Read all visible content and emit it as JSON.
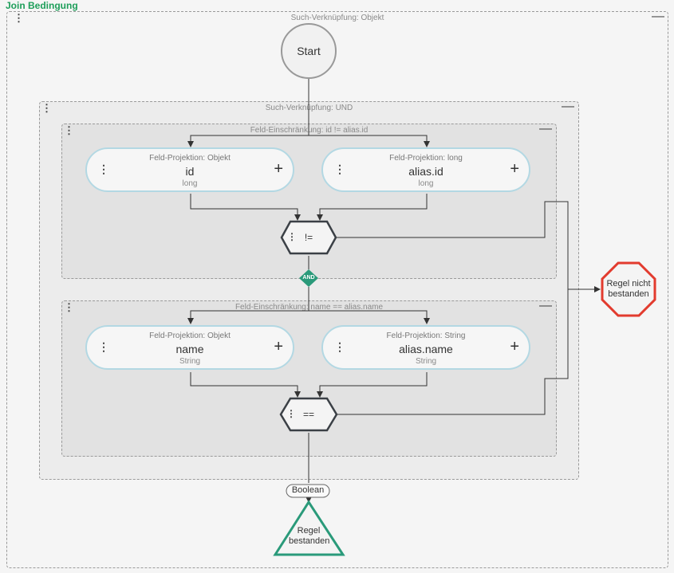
{
  "title": "Join Bedingung",
  "outer_box": {
    "label": "Such-Verknüpfung: Objekt"
  },
  "und_box": {
    "label": "Such-Verknüpfung: UND"
  },
  "constraint1": {
    "label": "Feld-Einschränkung: id != alias.id",
    "left": {
      "caption": "Feld-Projektion: Objekt",
      "name": "id",
      "type": "long"
    },
    "right": {
      "caption": "Feld-Projektion: long",
      "name": "alias.id",
      "type": "long"
    },
    "operator": "!="
  },
  "constraint2": {
    "label": "Feld-Einschränkung: name == alias.name",
    "left": {
      "caption": "Feld-Projektion: Objekt",
      "name": "name",
      "type": "String"
    },
    "right": {
      "caption": "Feld-Projektion: String",
      "name": "alias.name",
      "type": "String"
    },
    "operator": "=="
  },
  "start_label": "Start",
  "and_label": "AND",
  "boolean_label": "Boolean",
  "fail_label": "Regel nicht bestanden",
  "pass_label": "Regel bestanden",
  "colors": {
    "title": "#1e9e5a",
    "fail": "#e23b2e",
    "pass": "#2a9a7a",
    "pill_border": "#b3d8e3",
    "hex_border": "#3b4046"
  },
  "icons": {
    "menu": "vertical-dots-icon",
    "collapse": "minus-icon",
    "add": "plus-icon"
  }
}
